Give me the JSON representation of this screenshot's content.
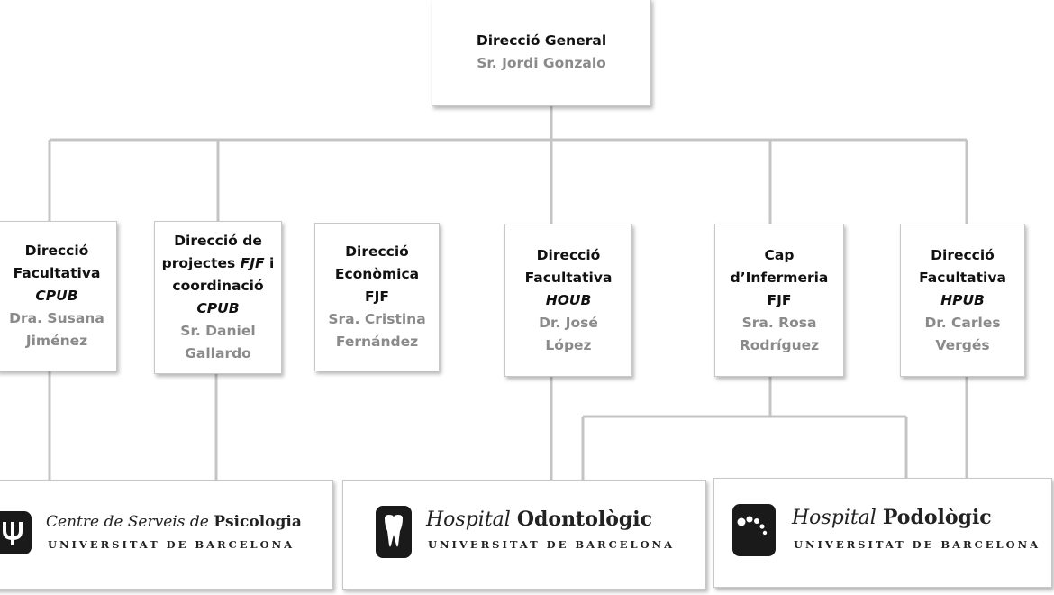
{
  "root": {
    "title": "Direcció General",
    "person": "Sr. Jordi Gonzalo"
  },
  "boxes": [
    {
      "lines": [
        "Direcció",
        "Facultativa"
      ],
      "org": "CPUB",
      "person": [
        "Dra. Susana",
        "Jiménez"
      ]
    },
    {
      "lines": [
        "Direcció de",
        "projectes"
      ],
      "org_inline": "FJF",
      "suffix": "i",
      "line3": "coordinació",
      "org": "CPUB",
      "person": [
        "Sr. Daniel",
        "Gallardo"
      ]
    },
    {
      "lines": [
        "Direcció",
        "Econòmica"
      ],
      "org_plain": "FJF",
      "person": [
        "Sra. Cristina",
        "Fernández"
      ]
    },
    {
      "lines": [
        "Direcció",
        "Facultativa"
      ],
      "org": "HOUB",
      "person": [
        "Dr. José",
        "López"
      ]
    },
    {
      "lines": [
        "Cap",
        "d’Infermeria"
      ],
      "org_plain": "FJF",
      "person": [
        "Sra. Rosa",
        "Rodríguez"
      ]
    },
    {
      "lines": [
        "Direcció",
        "Facultativa"
      ],
      "org": "HPUB",
      "person": [
        "Dr. Carles",
        "Vergés"
      ]
    }
  ],
  "logos": [
    {
      "line1_italic": "Centre de Serveis de",
      "line1_bold": "Psicologia",
      "line2": "UNIVERSITAT DE BARCELONA",
      "icon": "psi-icon"
    },
    {
      "line1_italic": "Hospital",
      "line1_bold": "Odontològic",
      "line2": "UNIVERSITAT DE BARCELONA",
      "icon": "tooth-icon"
    },
    {
      "line1_italic": "Hospital",
      "line1_bold": "Podològic",
      "line2": "UNIVERSITAT DE BARCELONA",
      "icon": "footprint-icon"
    }
  ]
}
